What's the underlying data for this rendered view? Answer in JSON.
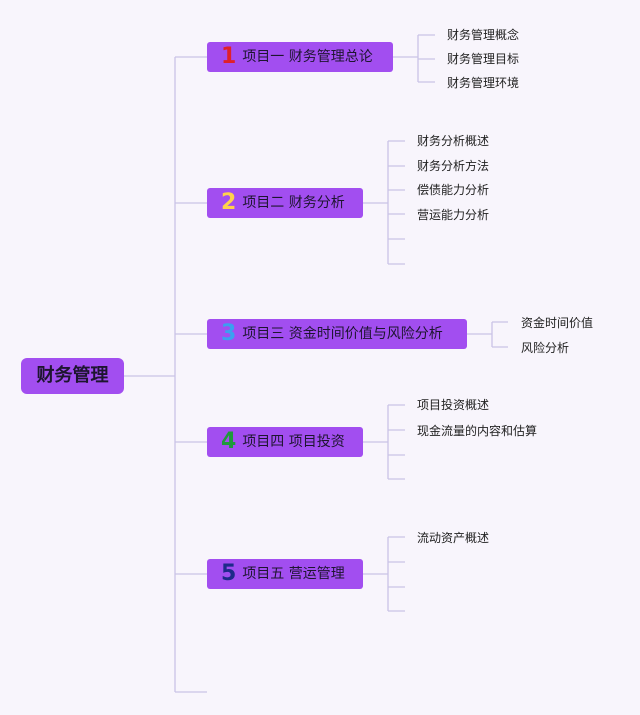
{
  "root": {
    "label": "财务管理"
  },
  "colors": {
    "node": "#a24ef0",
    "line": "#c9c3e6",
    "background": "#f8f5fc"
  },
  "branches": [
    {
      "num": "1",
      "num_color": "#e0202a",
      "label": "项目一 财务管理总论",
      "leaves": [
        "财务管理概念",
        "财务管理目标",
        "财务管理环境"
      ],
      "empty_leaves": 0
    },
    {
      "num": "2",
      "num_color": "#ffd24a",
      "label": "项目二 财务分析",
      "leaves": [
        "财务分析概述",
        "财务分析方法",
        "偿债能力分析",
        "营运能力分析"
      ],
      "empty_leaves": 2
    },
    {
      "num": "3",
      "num_color": "#3aa0f0",
      "label": "项目三 资金时间价值与风险分析",
      "leaves": [
        "资金时间价值",
        "风险分析"
      ],
      "empty_leaves": 0
    },
    {
      "num": "4",
      "num_color": "#1e9a3a",
      "label": "项目四 项目投资",
      "leaves": [
        "项目投资概述",
        "现金流量的内容和估算"
      ],
      "empty_leaves": 2
    },
    {
      "num": "5",
      "num_color": "#1e2a8a",
      "label": "项目五 营运管理",
      "leaves": [
        "流动资产概述"
      ],
      "empty_leaves": 3
    }
  ]
}
